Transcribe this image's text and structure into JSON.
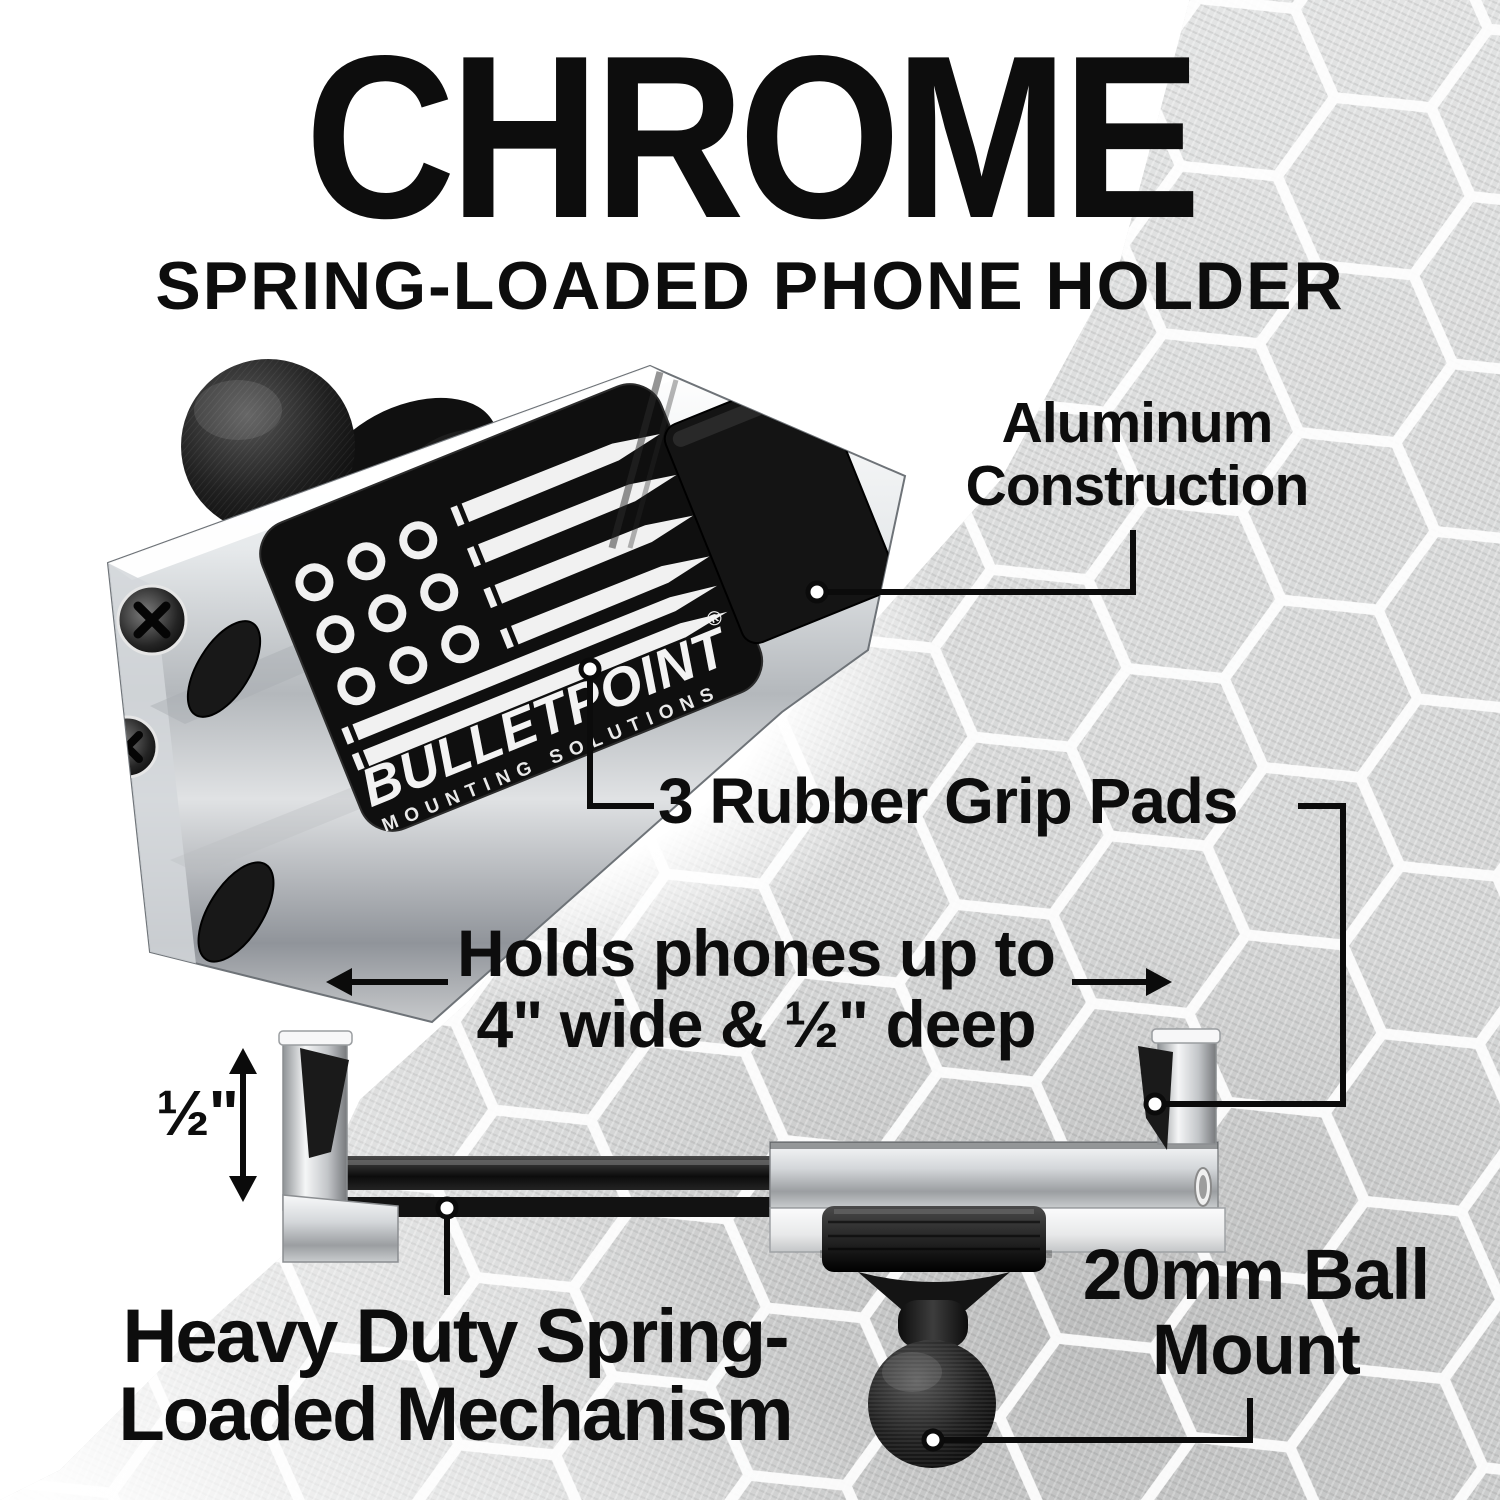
{
  "title": "CHROME",
  "subtitle": "SPRING-LOADED PHONE HOLDER",
  "callouts": {
    "aluminum": {
      "line1": "Aluminum",
      "line2": "Construction"
    },
    "grip_pads": {
      "label": "3 Rubber Grip Pads"
    },
    "holds": {
      "line1": "Holds phones up to",
      "line2": "4\" wide & ½\" deep"
    },
    "depth": {
      "label": "½\""
    },
    "spring": {
      "line1": "Heavy Duty Spring-",
      "line2": "Loaded Mechanism"
    },
    "ball_mount": {
      "line1": "20mm Ball",
      "line2": "Mount"
    }
  },
  "product": {
    "brand": "BULLETPOINT",
    "registered_mark": "®",
    "brand_subtitle": "MOUNTING SOLUTIONS"
  },
  "colors": {
    "text": "#0d0d0d",
    "background": "#ffffff",
    "hex_fill": "#d7d7d7",
    "hex_seam": "#ffffff",
    "leader": "#0b0b0b",
    "chrome_light": "#f4f5f6",
    "chrome_mid": "#b9bcc0",
    "chrome_dark": "#86898d",
    "black_part": "#1b1b1b"
  }
}
